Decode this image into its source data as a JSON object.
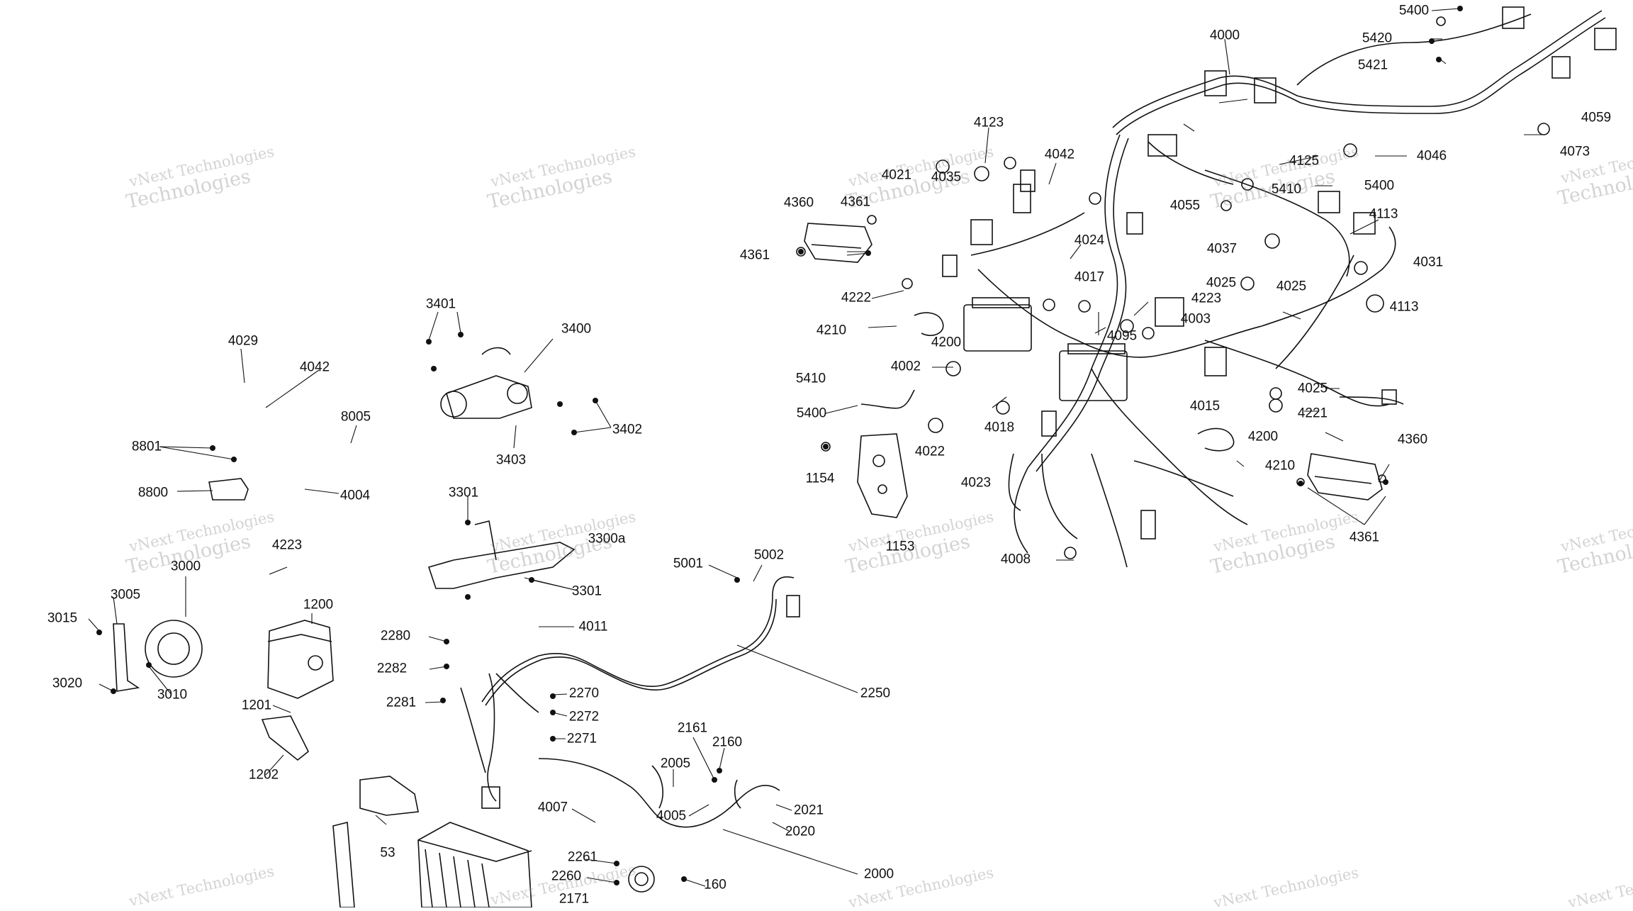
{
  "watermark": {
    "line1": "vNext Technologies",
    "line2": "Technologies"
  },
  "labels": {
    "l5400a": "5400",
    "l5420": "5420",
    "l5421": "5421",
    "l4000": "4000",
    "l4059": "4059",
    "l4073": "4073",
    "l4123": "4123",
    "l4042a": "4042",
    "l4125": "4125",
    "l4046": "4046",
    "l5410a": "5410",
    "l5400b": "5400",
    "l4021": "4021",
    "l4035": "4035",
    "l4360a": "4360",
    "l4361a": "4361",
    "l4361b": "4361",
    "l4055": "4055",
    "l4113a": "4113",
    "l4024": "4024",
    "l4037": "4037",
    "l4031": "4031",
    "l4222": "4222",
    "l4017": "4017",
    "l4025a": "4025",
    "l4025b": "4025",
    "l4223a": "4223",
    "l4113b": "4113",
    "l4210a": "4210",
    "l4200a": "4200",
    "l4095": "4095",
    "l4003": "4003",
    "l4002": "4002",
    "l5410b": "5410",
    "l4025c": "4025",
    "l4015": "4015",
    "l4221": "4221",
    "l5400c": "5400",
    "l4018": "4018",
    "l4200b": "4200",
    "l4360b": "4360",
    "l4022": "4022",
    "l1154": "1154",
    "l4210b": "4210",
    "l4023": "4023",
    "l4361c": "4361",
    "l1153": "1153",
    "l4008": "4008",
    "l4029": "4029",
    "l4042b": "4042",
    "l3401": "3401",
    "l3400": "3400",
    "l8005": "8005",
    "l3402": "3402",
    "l8801": "8801",
    "l3403": "3403",
    "l8800": "8800",
    "l4004": "4004",
    "l3301a": "3301",
    "l3300a": "3300a",
    "l4223b": "4223",
    "l3000": "3000",
    "l5001": "5001",
    "l5002": "5002",
    "l3005": "3005",
    "l3301b": "3301",
    "l3015": "3015",
    "l1200": "1200",
    "l4011": "4011",
    "l2280": "2280",
    "l2282": "2282",
    "l3020": "3020",
    "l3010": "3010",
    "l2250": "2250",
    "l2270": "2270",
    "l2281": "2281",
    "l1201": "1201",
    "l2272": "2272",
    "l2161": "2161",
    "l2271": "2271",
    "l2160": "2160",
    "l1202": "1202",
    "l2005": "2005",
    "l4007": "4007",
    "l2021": "2021",
    "l4005": "4005",
    "l2020": "2020",
    "l53": "53",
    "l2261": "2261",
    "l2000": "2000",
    "l2260": "2260",
    "l160": "160",
    "l2171": "2171"
  }
}
